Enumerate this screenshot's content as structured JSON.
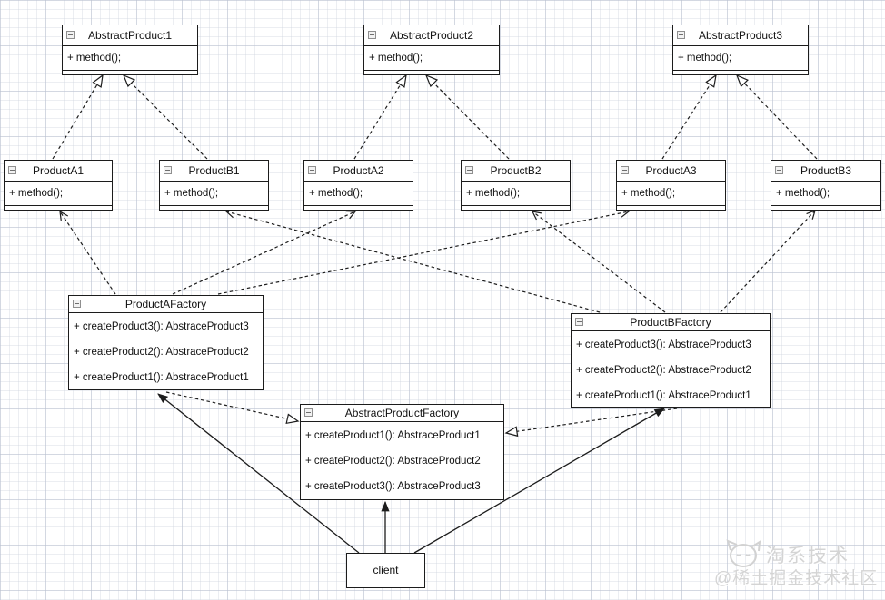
{
  "classes": [
    {
      "name": "AbstractProduct1",
      "members": [
        "+ method();"
      ]
    },
    {
      "name": "AbstractProduct2",
      "members": [
        "+ method();"
      ]
    },
    {
      "name": "AbstractProduct3",
      "members": [
        "+ method();"
      ]
    },
    {
      "name": "ProductA1",
      "members": [
        "+ method();"
      ]
    },
    {
      "name": "ProductB1",
      "members": [
        "+ method();"
      ]
    },
    {
      "name": "ProductA2",
      "members": [
        "+ method();"
      ]
    },
    {
      "name": "ProductB2",
      "members": [
        "+ method();"
      ]
    },
    {
      "name": "ProductA3",
      "members": [
        "+ method();"
      ]
    },
    {
      "name": "ProductB3",
      "members": [
        "+ method();"
      ]
    },
    {
      "name": "ProductAFactory",
      "members": [
        "+ createProduct3(): AbstraceProduct3",
        "+ createProduct2(): AbstraceProduct2",
        "+ createProduct1(): AbstraceProduct1"
      ]
    },
    {
      "name": "ProductBFactory",
      "members": [
        "+ createProduct3(): AbstraceProduct3",
        "+ createProduct2(): AbstraceProduct2",
        "+ createProduct1(): AbstraceProduct1"
      ]
    },
    {
      "name": "AbstractProductFactory",
      "members": [
        "+ createProduct1(): AbstraceProduct1",
        "+ createProduct2(): AbstraceProduct2",
        "+ createProduct3(): AbstraceProduct3"
      ]
    }
  ],
  "client": {
    "label": "client"
  },
  "watermark": {
    "brand": "淘系技术",
    "community": "@稀土掘金技术社区"
  },
  "icons": {
    "collapse": "minus-square",
    "logo": "cat-face"
  },
  "colors": {
    "stroke": "#1c1c1c",
    "box_fill": "#ffffff",
    "grid": "#bac2d0",
    "watermark": "#d4d4d4"
  },
  "edges": [
    {
      "type": "realization",
      "from": "ProductA1",
      "to": "AbstractProduct1"
    },
    {
      "type": "realization",
      "from": "ProductB1",
      "to": "AbstractProduct1"
    },
    {
      "type": "realization",
      "from": "ProductA2",
      "to": "AbstractProduct2"
    },
    {
      "type": "realization",
      "from": "ProductB2",
      "to": "AbstractProduct2"
    },
    {
      "type": "realization",
      "from": "ProductA3",
      "to": "AbstractProduct3"
    },
    {
      "type": "realization",
      "from": "ProductB3",
      "to": "AbstractProduct3"
    },
    {
      "type": "dependency",
      "from": "ProductAFactory",
      "to": "ProductA1"
    },
    {
      "type": "dependency",
      "from": "ProductAFactory",
      "to": "ProductA2"
    },
    {
      "type": "dependency",
      "from": "ProductAFactory",
      "to": "ProductA3"
    },
    {
      "type": "dependency",
      "from": "ProductBFactory",
      "to": "ProductB1"
    },
    {
      "type": "dependency",
      "from": "ProductBFactory",
      "to": "ProductB2"
    },
    {
      "type": "dependency",
      "from": "ProductBFactory",
      "to": "ProductB3"
    },
    {
      "type": "realization",
      "from": "ProductAFactory",
      "to": "AbstractProductFactory"
    },
    {
      "type": "realization",
      "from": "ProductBFactory",
      "to": "AbstractProductFactory"
    },
    {
      "type": "association",
      "from": "client",
      "to": "ProductAFactory"
    },
    {
      "type": "association",
      "from": "client",
      "to": "AbstractProductFactory"
    },
    {
      "type": "association",
      "from": "client",
      "to": "ProductBFactory"
    }
  ]
}
